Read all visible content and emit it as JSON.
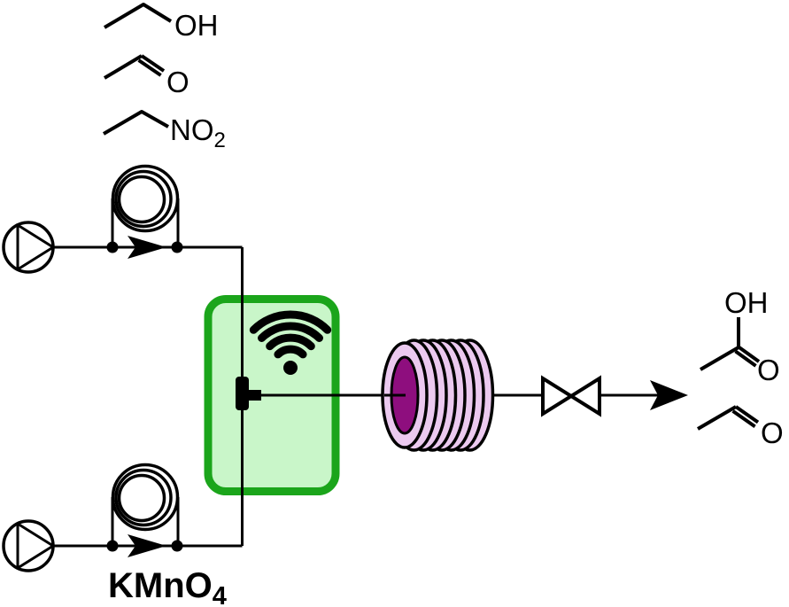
{
  "reagents": {
    "ethanol": {
      "label": "OH"
    },
    "acetaldehyde": {
      "label": "O"
    },
    "nitroethane": {
      "main": "NO",
      "sub": "2"
    },
    "oxidant": {
      "main": "KMnO",
      "sub": "4"
    }
  },
  "products": {
    "acetic_acid": {
      "oh_label": "OH",
      "o_label": "O"
    },
    "acetaldehyde": {
      "o_label": "O"
    }
  },
  "icons": {
    "wireless_monitor": "wifi-icon",
    "pumps": "pump-icon",
    "sample_loops": "coil-loop-icon",
    "flow_direction": "flow-arrow-icon",
    "mixer": "t-mixer-icon",
    "reactor": "coil-reactor-icon",
    "valve": "back-pressure-valve-icon",
    "outlet": "output-arrow-icon"
  },
  "colors": {
    "box_fill": "#C9F6C9",
    "box_stroke": "#1BA51B",
    "coil_light": "#EBC9EF",
    "coil_dark": "#8E0E7E",
    "line": "#000000",
    "background": "#FFFFFF"
  }
}
